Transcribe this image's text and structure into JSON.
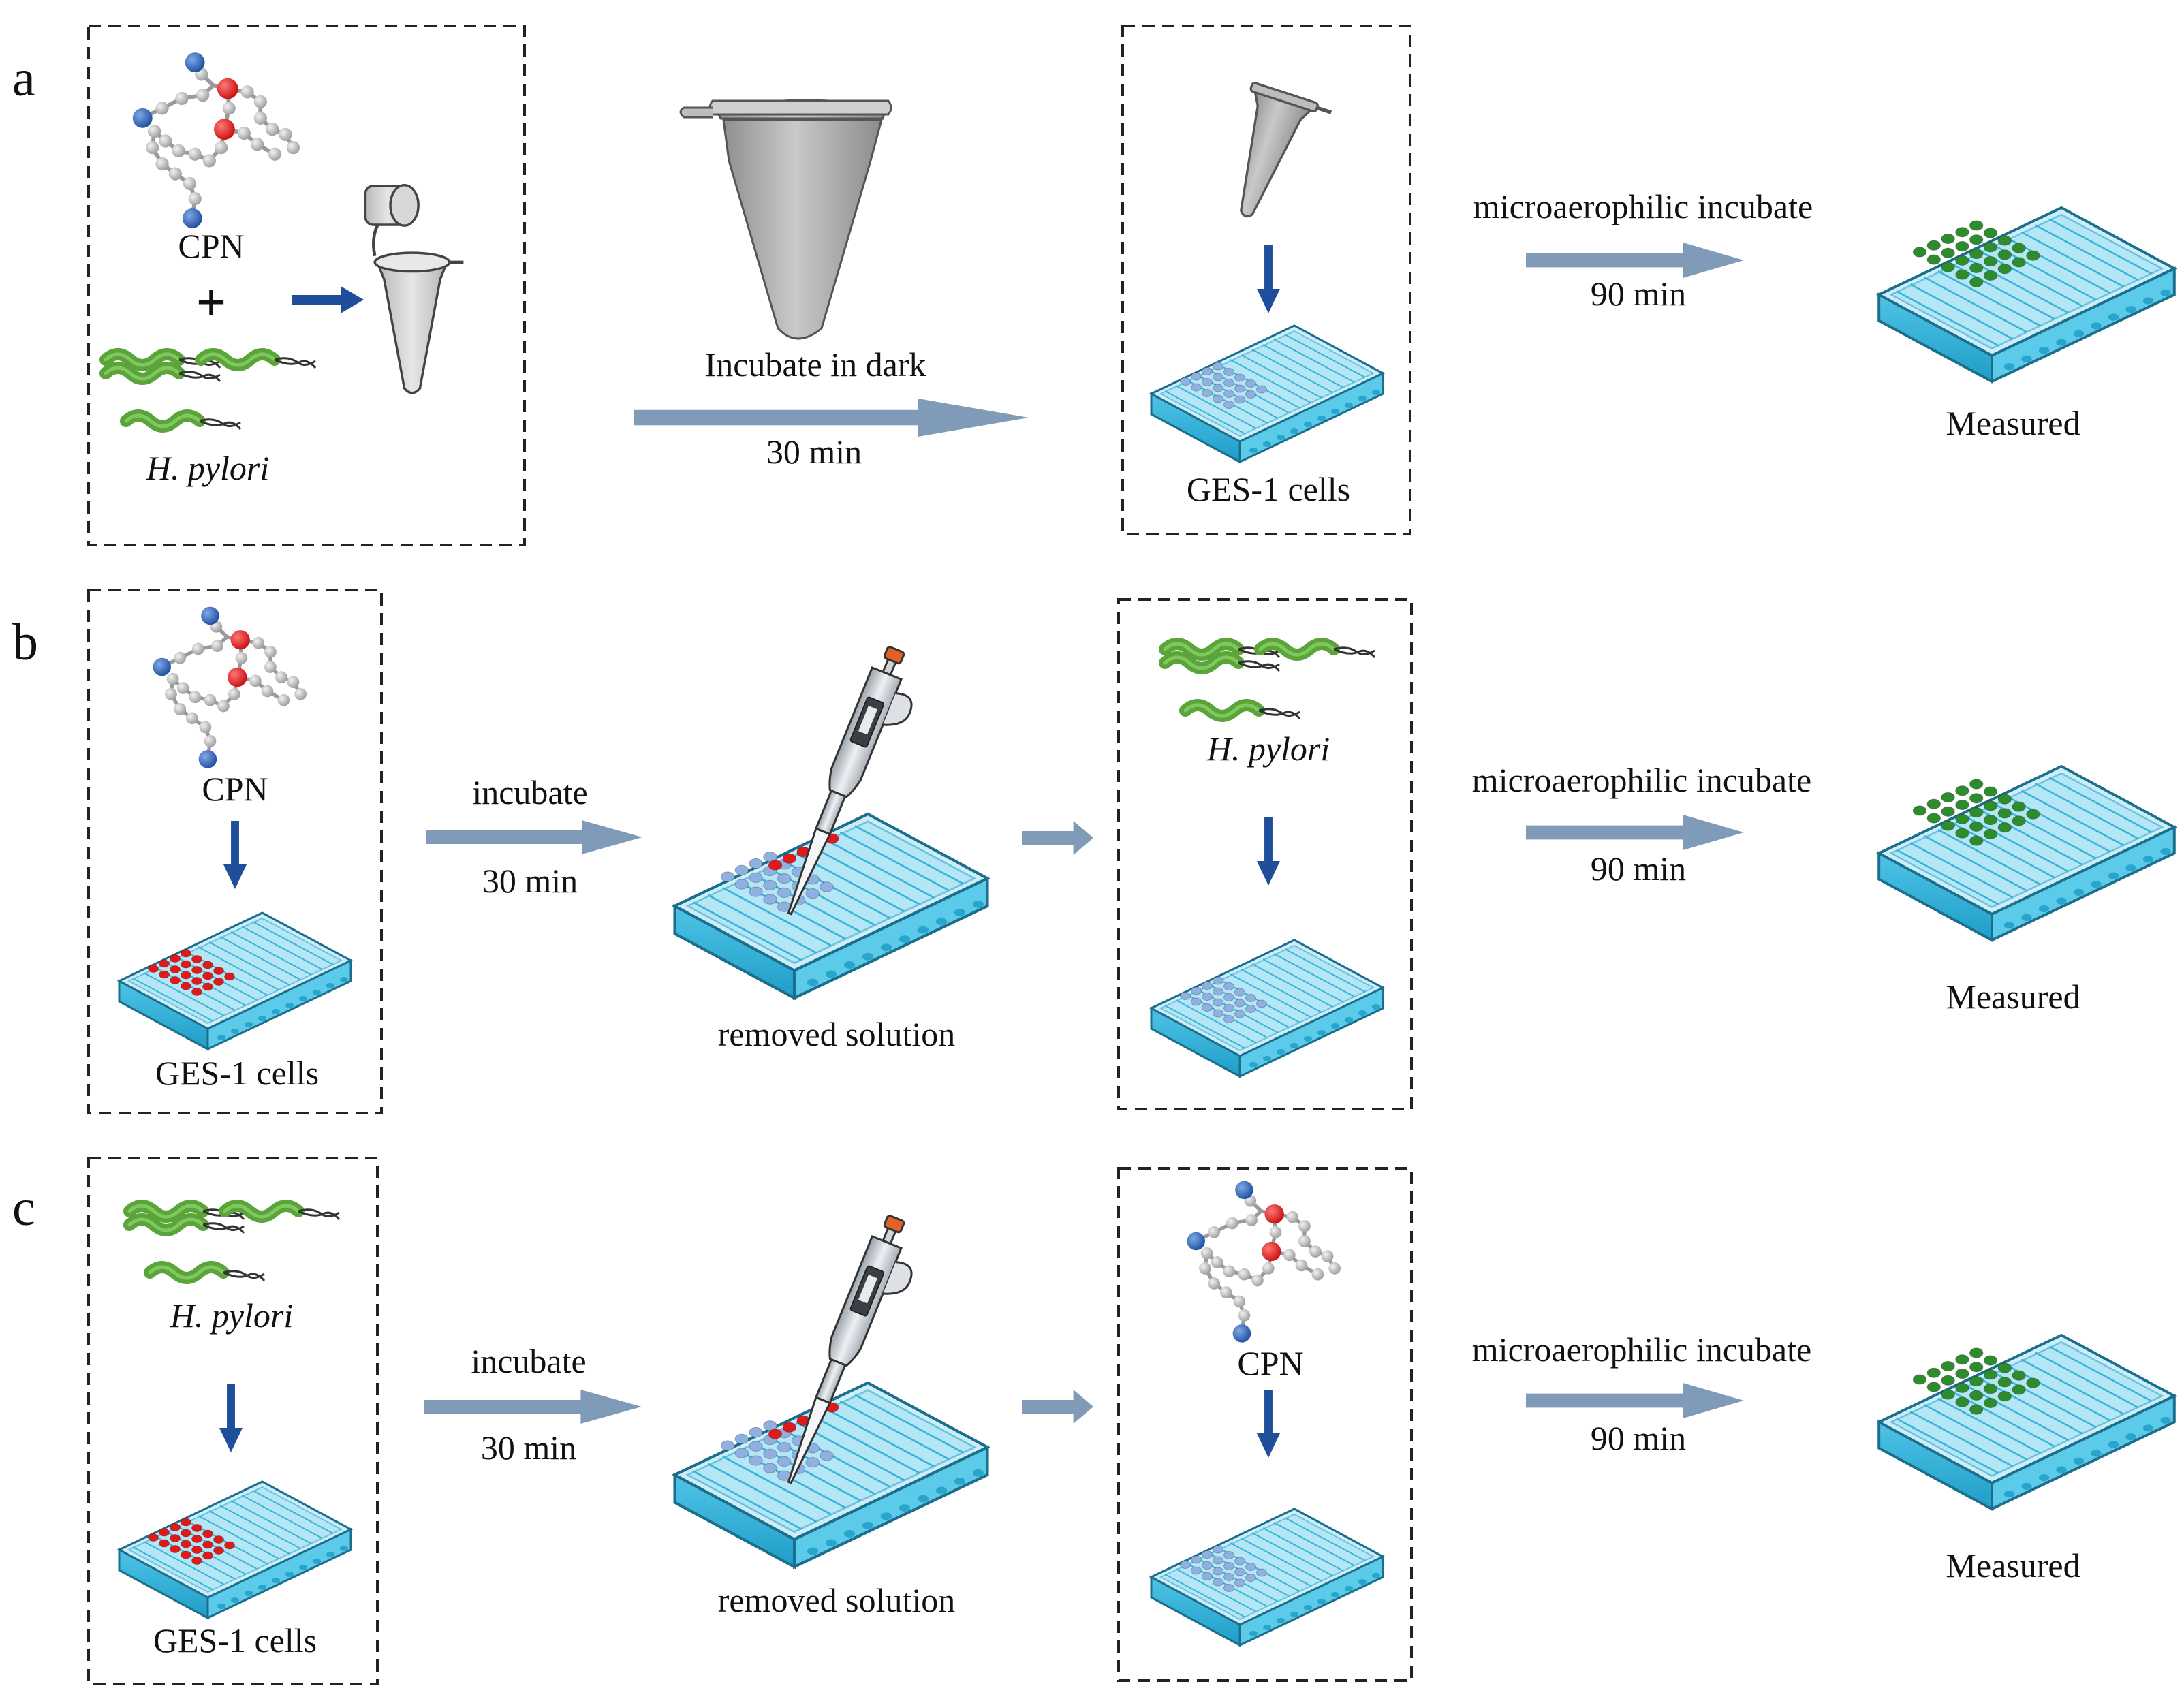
{
  "panels": [
    {
      "letter": "a",
      "box1": {
        "cpn_label": "CPN",
        "plus": "+",
        "bacteria_label": "H. pylori"
      },
      "step1": {
        "top": "Incubate in dark",
        "bottom": "30 min"
      },
      "box2": {
        "label": "GES-1 cells"
      },
      "step2": {
        "top": "microaerophilic incubate",
        "bottom": "90 min"
      },
      "result": "Measured"
    },
    {
      "letter": "b",
      "box1": {
        "top_label": "CPN",
        "bottom_label": "GES-1 cells"
      },
      "step1": {
        "top": "incubate",
        "bottom": "30 min"
      },
      "pipette_caption": "removed solution",
      "box2": {
        "label": "H. pylori"
      },
      "step2": {
        "top": "microaerophilic incubate",
        "bottom": "90 min"
      },
      "result": "Measured"
    },
    {
      "letter": "c",
      "box1": {
        "top_label": "H. pylori",
        "bottom_label": "GES-1 cells"
      },
      "step1": {
        "top": "incubate",
        "bottom": "30 min"
      },
      "pipette_caption": "removed solution",
      "box2": {
        "label": "CPN"
      },
      "step2": {
        "top": "microaerophilic incubate",
        "bottom": "90 min"
      },
      "result": "Measured"
    }
  ],
  "colors": {
    "process_arrow": "#7f9bb8",
    "down_arrow": "#1f4f9a",
    "tube": "#a7a7a7",
    "plate": "#7fd3ec",
    "cells_initial": "#8fb0e0",
    "treated_wells": "#e01a1a",
    "measured_wells": "#2e8b2e",
    "bacteria": "#5aa43a",
    "atom_blue": "#2d67b8",
    "atom_red": "#e01818",
    "atom_gray": "#c4c4c4"
  },
  "icons": [
    "molecule-icon",
    "bacteria-icon",
    "tube-icon",
    "well-plate-icon",
    "pipette-icon",
    "arrow-icon"
  ]
}
